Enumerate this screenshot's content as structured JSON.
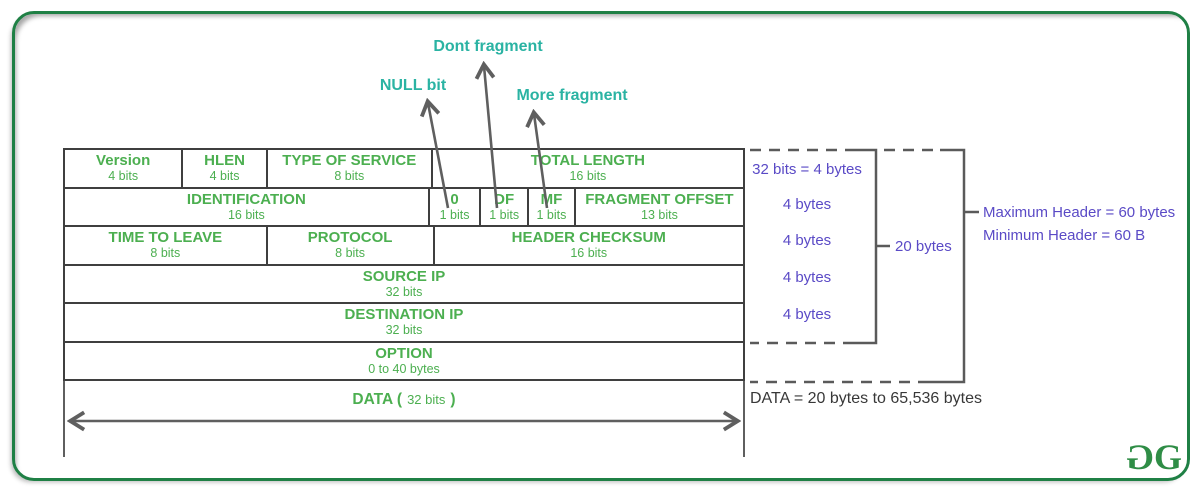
{
  "colors": {
    "field_green": "#4caf50",
    "callout_teal": "#2ab3a3",
    "annotation_purple": "#5a4ac6",
    "frame_green": "#1f8045",
    "logo_green": "#2f8d46",
    "line_gray": "#5f5f5f",
    "border_gray": "#3f3f3f"
  },
  "callouts": {
    "null_bit": "NULL bit",
    "dont_fragment": "Dont fragment",
    "more_fragment": "More fragment"
  },
  "header_table": {
    "rows": [
      {
        "cells": [
          {
            "name": "Version",
            "size": "4 bits"
          },
          {
            "name": "HLEN",
            "size": "4 bits"
          },
          {
            "name": "TYPE OF SERVICE",
            "size": "8 bits"
          },
          {
            "name": "TOTAL LENGTH",
            "size": "16 bits"
          }
        ]
      },
      {
        "cells": [
          {
            "name": "IDENTIFICATION",
            "size": "16 bits"
          },
          {
            "name": "0",
            "size": "1 bits"
          },
          {
            "name": "DF",
            "size": "1 bits"
          },
          {
            "name": "MF",
            "size": "1 bits"
          },
          {
            "name": "FRAGMENT OFFSET",
            "size": "13 bits"
          }
        ]
      },
      {
        "cells": [
          {
            "name": "TIME TO LEAVE",
            "size": "8 bits"
          },
          {
            "name": "PROTOCOL",
            "size": "8 bits"
          },
          {
            "name": "HEADER CHECKSUM",
            "size": "16 bits"
          }
        ]
      },
      {
        "cells": [
          {
            "name": "SOURCE IP",
            "size": "32 bits"
          }
        ]
      },
      {
        "cells": [
          {
            "name": "DESTINATION IP",
            "size": "32 bits"
          }
        ]
      },
      {
        "cells": [
          {
            "name": "OPTION",
            "size": "0 to 40 bytes"
          }
        ]
      }
    ],
    "data_row": {
      "prefix": "DATA (",
      "size": "32 bits",
      "suffix": ")"
    }
  },
  "annotations": {
    "word_size": "32 bits = 4 bytes",
    "word_bytes": [
      "4 bytes",
      "4 bytes",
      "4 bytes",
      "4 bytes"
    ],
    "header_size": "20 bytes",
    "max_header": "Maximum Header = 60 bytes",
    "min_header": "Minimum Header = 60 B",
    "data_size": "DATA = 20 bytes to 65,536 bytes"
  },
  "logo": {
    "g1": "G",
    "g2": "G"
  }
}
